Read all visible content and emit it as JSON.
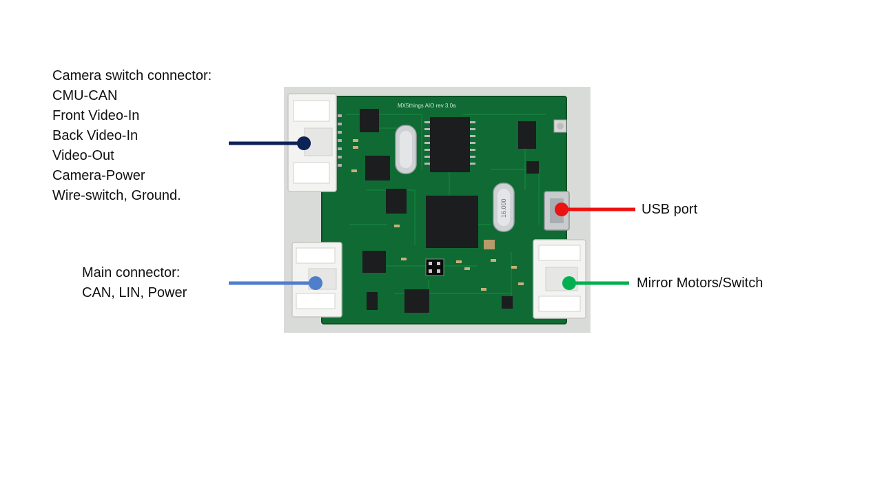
{
  "labels": {
    "camera_connector": {
      "heading": "Camera switch connector:",
      "lines": [
        "CMU-CAN",
        "Front Video-In",
        "Back Video-In",
        "Video-Out",
        "Camera-Power",
        "Wire-switch, Ground."
      ]
    },
    "main_connector": {
      "heading": "Main connector:",
      "lines": [
        "CAN, LIN, Power"
      ]
    },
    "usb_port": "USB port",
    "mirror_connector": "Mirror Motors/Switch"
  },
  "board_text": {
    "silkscreen_title": "MX5things AIO rev 3.0a",
    "crystal_1": "",
    "crystal_2": "16.000"
  },
  "colors": {
    "camera_pointer": "#0d2257",
    "main_pointer": "#4f7ecb",
    "usb_pointer": "#ee1111",
    "mirror_pointer": "#00b050",
    "pcb": "#0f6b33",
    "photo_bg": "#d9dbd8"
  }
}
